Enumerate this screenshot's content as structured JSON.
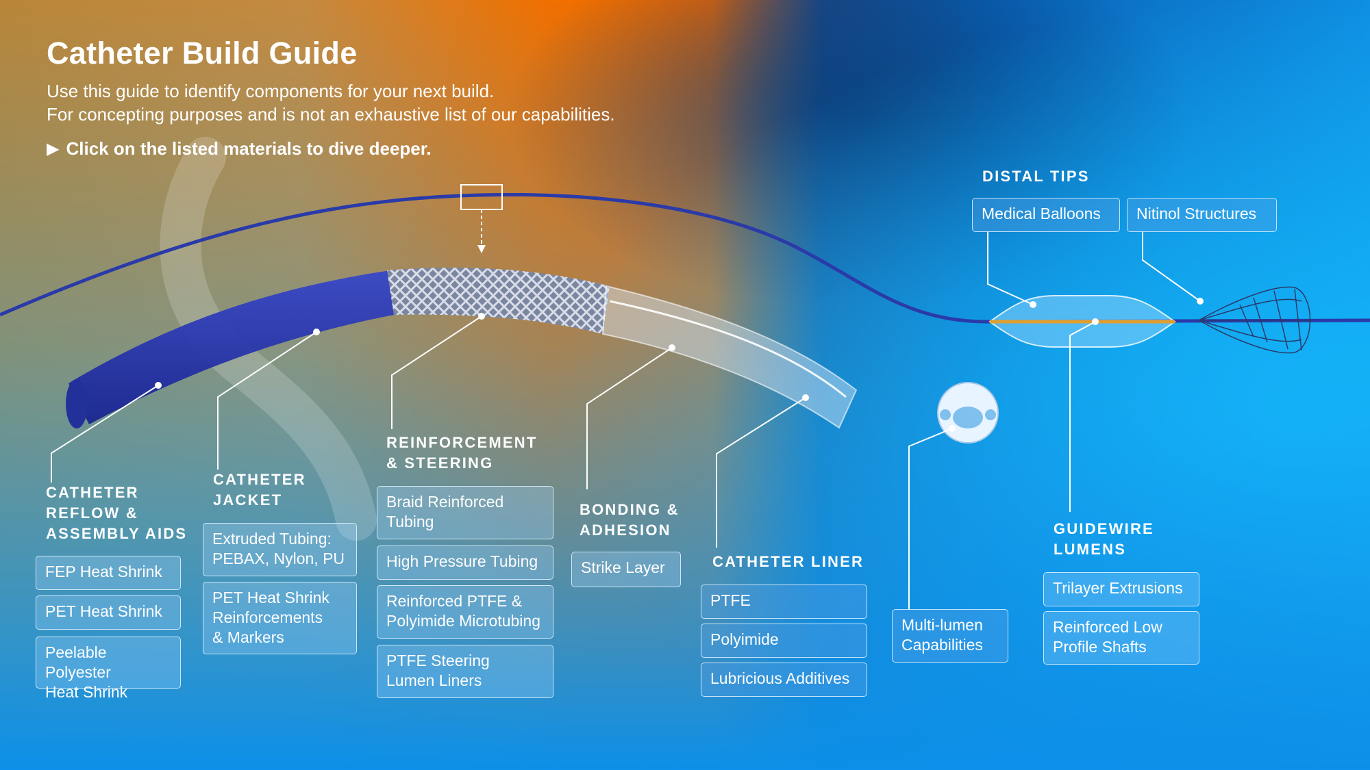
{
  "header": {
    "title": "Catheter Build Guide",
    "subtitle_line1": "Use this guide to identify components for your next build.",
    "subtitle_line2": "For concepting purposes and is not an exhaustive list of our capabilities.",
    "cta": "Click on the listed materials to dive deeper."
  },
  "colors": {
    "accent_orange": "#f07800",
    "background_blue": "#0a8ce0",
    "jacket_blue": "#2838b4",
    "chip_border": "#e1f2ff"
  },
  "groups": {
    "reflow": {
      "heading": "CATHETER\nREFLOW &\nASSEMBLY AIDS",
      "items": [
        "FEP Heat Shrink",
        "PET Heat Shrink",
        "Peelable Polyester\nHeat Shrink"
      ]
    },
    "jacket": {
      "heading": "CATHETER\nJACKET",
      "items": [
        "Extruded Tubing:\nPEBAX, Nylon, PU",
        "PET Heat Shrink\nReinforcements\n& Markers"
      ]
    },
    "reinforcement": {
      "heading": "REINFORCEMENT\n& STEERING",
      "items": [
        "Braid Reinforced\nTubing",
        "High Pressure Tubing",
        "Reinforced PTFE &\nPolyimide Microtubing",
        "PTFE Steering\nLumen Liners"
      ]
    },
    "bonding": {
      "heading": "BONDING &\nADHESION",
      "items": [
        "Strike Layer"
      ]
    },
    "liner": {
      "heading": "CATHETER LINER",
      "items": [
        "PTFE",
        "Polyimide",
        "Lubricious Additives"
      ]
    },
    "multilumen": {
      "items": [
        "Multi-lumen\nCapabilities"
      ]
    },
    "guidewire": {
      "heading": "GUIDEWIRE\nLUMENS",
      "items": [
        "Trilayer Extrusions",
        "Reinforced Low\nProfile Shafts"
      ]
    },
    "distal": {
      "heading": "DISTAL TIPS",
      "items": [
        "Medical Balloons",
        "Nitinol Structures"
      ]
    }
  }
}
